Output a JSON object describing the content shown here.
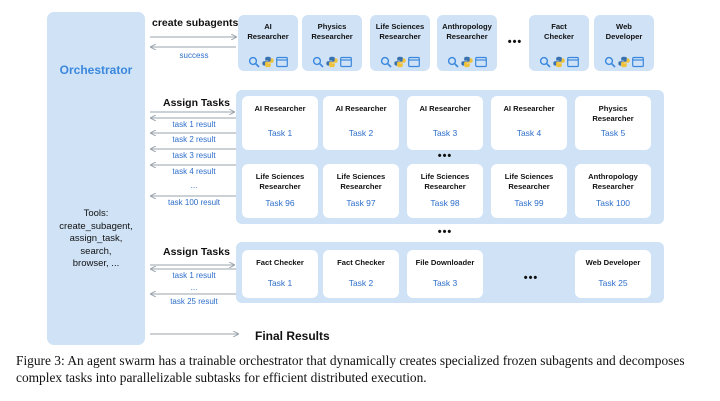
{
  "orchestrator": {
    "title": "Orchestrator",
    "tools_lines": [
      "Tools:",
      "create_subagent,",
      "assign_task,",
      "search,",
      "browser, ..."
    ]
  },
  "create_section": {
    "header": "create subagents",
    "return_label": "success",
    "agents": [
      {
        "name": "AI\nResearcher",
        "icons": [
          "search-icon",
          "python-icon",
          "browser-icon"
        ]
      },
      {
        "name": "Physics\nResearcher",
        "icons": [
          "search-icon",
          "python-icon",
          "browser-icon"
        ]
      },
      {
        "name": "Life Sciences\nResearcher",
        "icons": [
          "search-icon",
          "python-icon",
          "browser-icon"
        ]
      },
      {
        "name": "Anthropology\nResearcher",
        "icons": [
          "search-icon",
          "python-icon",
          "browser-icon"
        ]
      },
      {
        "name": "Fact\nChecker",
        "icons": [
          "search-icon",
          "python-icon",
          "browser-icon"
        ]
      },
      {
        "name": "Web\nDeveloper",
        "icons": [
          "search-icon",
          "python-icon",
          "browser-icon"
        ]
      }
    ],
    "ellipsis": "•••"
  },
  "assign_section_1": {
    "header": "Assign Tasks",
    "results": [
      "task 1 result",
      "task 2 result",
      "task 3 result",
      "task 4 result",
      "...",
      "task 100 result"
    ],
    "row1": [
      {
        "name": "AI Researcher",
        "task": "Task 1"
      },
      {
        "name": "AI Researcher",
        "task": "Task 2"
      },
      {
        "name": "AI Researcher",
        "task": "Task 3"
      },
      {
        "name": "AI Researcher",
        "task": "Task 4"
      },
      {
        "name": "Physics\nResearcher",
        "task": "Task 5"
      }
    ],
    "row2": [
      {
        "name": "Life Sciences\nResearcher",
        "task": "Task 96"
      },
      {
        "name": "Life Sciences\nResearcher",
        "task": "Task  97"
      },
      {
        "name": "Life Sciences\nResearcher",
        "task": "Task 98"
      },
      {
        "name": "Life Sciences\nResearcher",
        "task": "Task 99"
      },
      {
        "name": "Anthropology\nResearcher",
        "task": "Task 100"
      }
    ],
    "ellipsis": "•••"
  },
  "between_ellipsis": "•••",
  "assign_section_2": {
    "header": "Assign Tasks",
    "results": [
      "task 1 result",
      "...",
      "task 25 result"
    ],
    "cards": [
      {
        "name": "Fact Checker",
        "task": "Task 1"
      },
      {
        "name": "Fact Checker",
        "task": "Task 2"
      },
      {
        "name": "File Downloader",
        "task": "Task 3"
      },
      {
        "name": "Web Developer",
        "task": "Task 25"
      }
    ],
    "ellipsis": "•••"
  },
  "final_label": "Final Results",
  "caption": "Figure 3:  An agent swarm has a trainable orchestrator that dynamically creates specialized frozen subagents and decomposes complex tasks into parallelizable subtasks for efficient distributed execution.",
  "colors": {
    "panel": "#cfe2f6",
    "accent": "#3a88dd",
    "label": "#2d6ec9",
    "arrow": "#9aa3ad"
  }
}
